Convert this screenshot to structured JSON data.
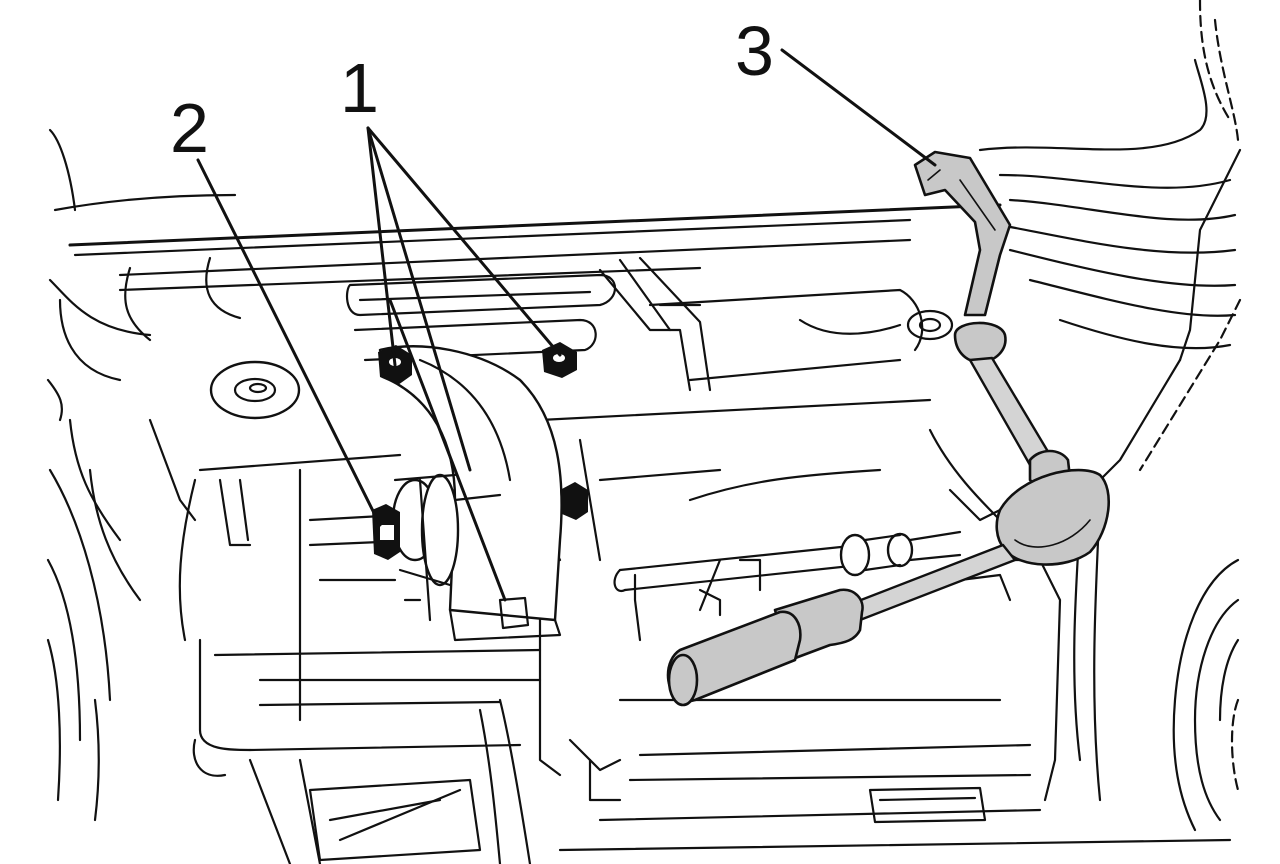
{
  "callouts": [
    {
      "id": "1",
      "label": "1"
    },
    {
      "id": "2",
      "label": "2"
    },
    {
      "id": "3",
      "label": "3"
    }
  ],
  "colors": {
    "ink": "#111111",
    "tool_fill": "#c8c8c8",
    "background": "#ffffff"
  }
}
